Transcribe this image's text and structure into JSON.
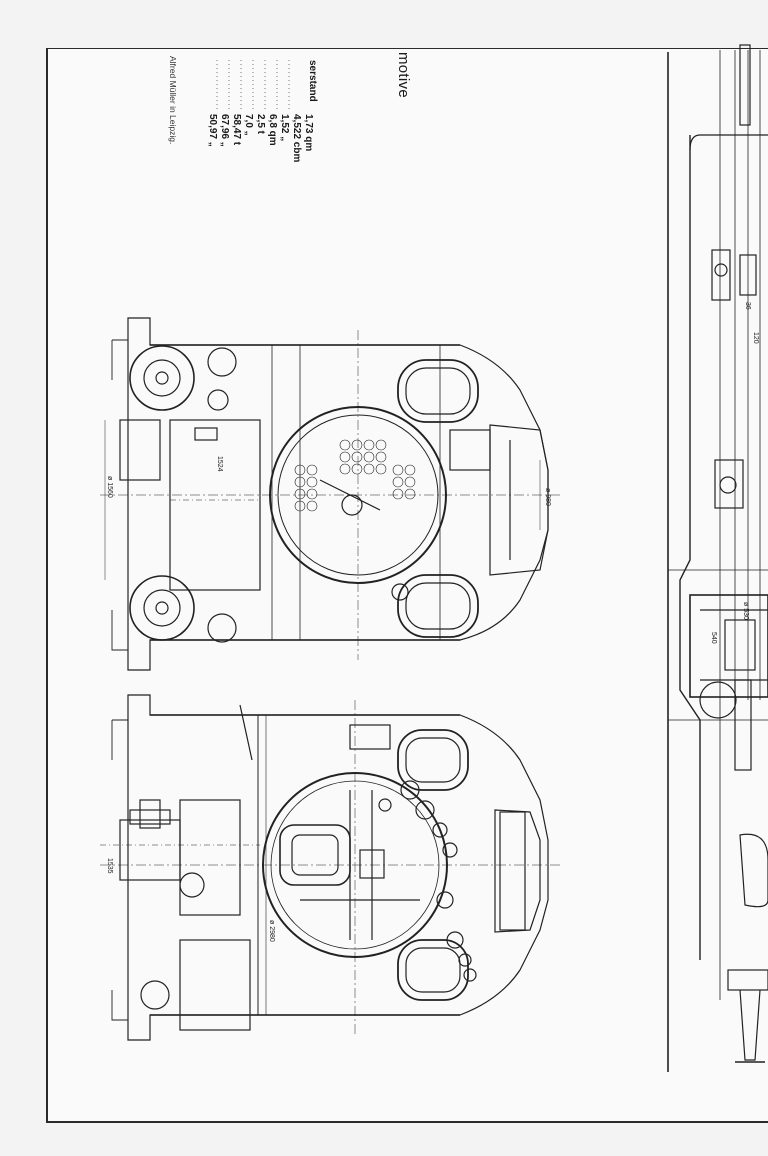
{
  "title": "motive",
  "printer_note": "Alfred Müller in Leipzig.",
  "spec_heading": "serstand",
  "spec_values": [
    "1,73 qm",
    "4,522 cbm",
    "1,52 „",
    "6,8 qm",
    "2,5 t",
    "7,0 „",
    "58,47 t",
    "67,96 „",
    "50,97 „"
  ],
  "dimension_labels": {
    "upper_center": "ø 1560",
    "upper_right": "ø 980",
    "upper_left": "1524",
    "lower_left": "1535",
    "lower_center": "ø 2980",
    "piston": "ø 530",
    "side_1": "540",
    "side_2": "120",
    "side_3": "36"
  }
}
